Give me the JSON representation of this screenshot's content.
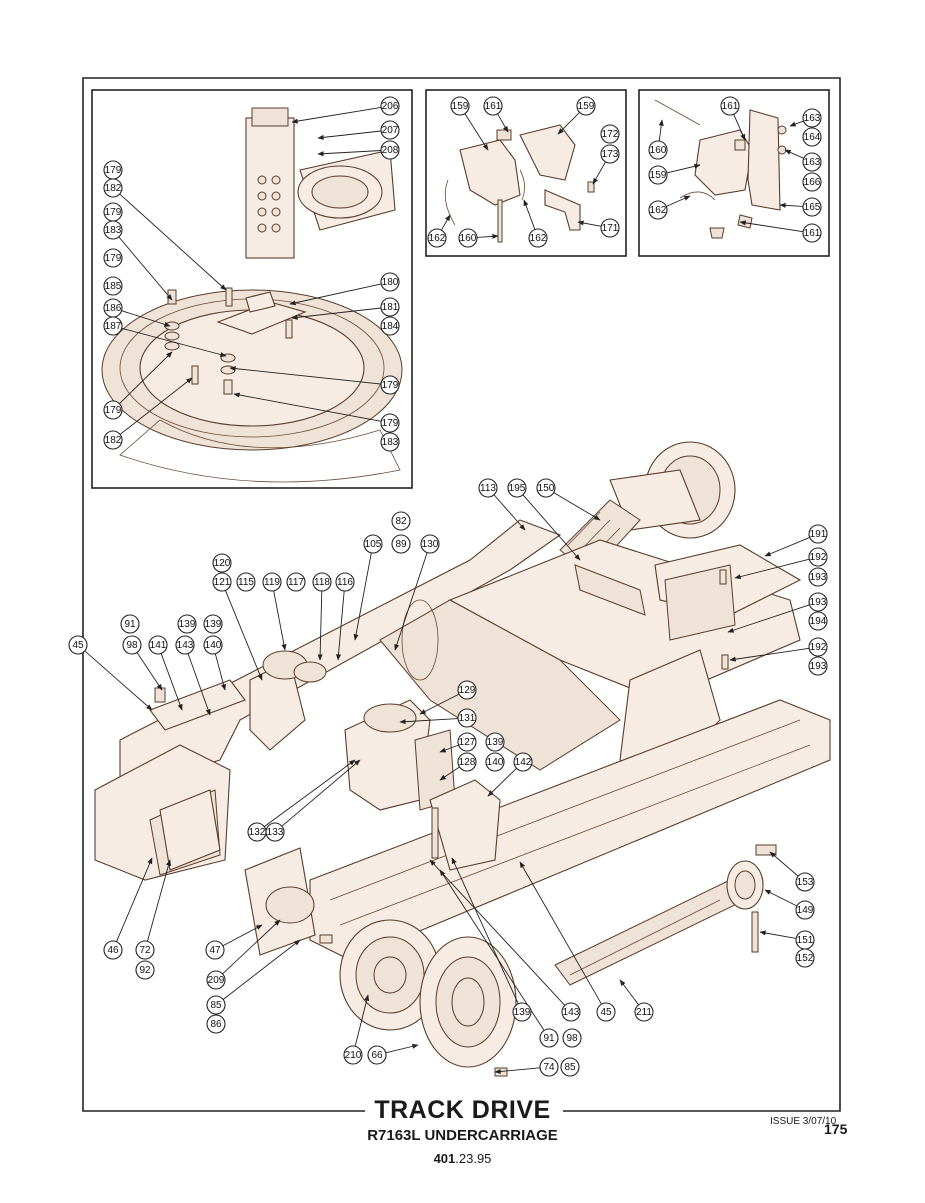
{
  "title": "TRACK DRIVE",
  "subtitle": "R7163L UNDERCARRIAGE",
  "part_ref": {
    "bold": "401",
    "rest": ".23.95"
  },
  "issue": "ISSUE 3/07/10",
  "page_number": "175",
  "colors": {
    "line": "#5a3d2b",
    "fill": "#f6ece3",
    "frame": "#222222"
  },
  "callouts": {
    "inset_swivel": [
      "206",
      "207",
      "208",
      "179",
      "182",
      "179",
      "183",
      "179",
      "185",
      "186",
      "187",
      "180",
      "181",
      "184",
      "179",
      "179",
      "182",
      "179",
      "183"
    ],
    "inset_guard_left": [
      "159",
      "161",
      "159",
      "172",
      "173",
      "162",
      "160",
      "162",
      "171"
    ],
    "inset_guard_right": [
      "161",
      "163",
      "164",
      "160",
      "163",
      "159",
      "166",
      "162",
      "165",
      "161"
    ],
    "main": [
      "113",
      "195",
      "150",
      "191",
      "192",
      "193",
      "193",
      "194",
      "192",
      "193",
      "82",
      "105",
      "89",
      "130",
      "120",
      "121",
      "115",
      "119",
      "117",
      "118",
      "116",
      "91",
      "98",
      "141",
      "139",
      "139",
      "143",
      "140",
      "45",
      "129",
      "131",
      "127",
      "139",
      "128",
      "140",
      "142",
      "132",
      "133",
      "153",
      "149",
      "151",
      "152",
      "46",
      "72",
      "92",
      "47",
      "209",
      "85",
      "86",
      "139",
      "143",
      "45",
      "211",
      "91",
      "98",
      "210",
      "66",
      "74",
      "85"
    ]
  }
}
